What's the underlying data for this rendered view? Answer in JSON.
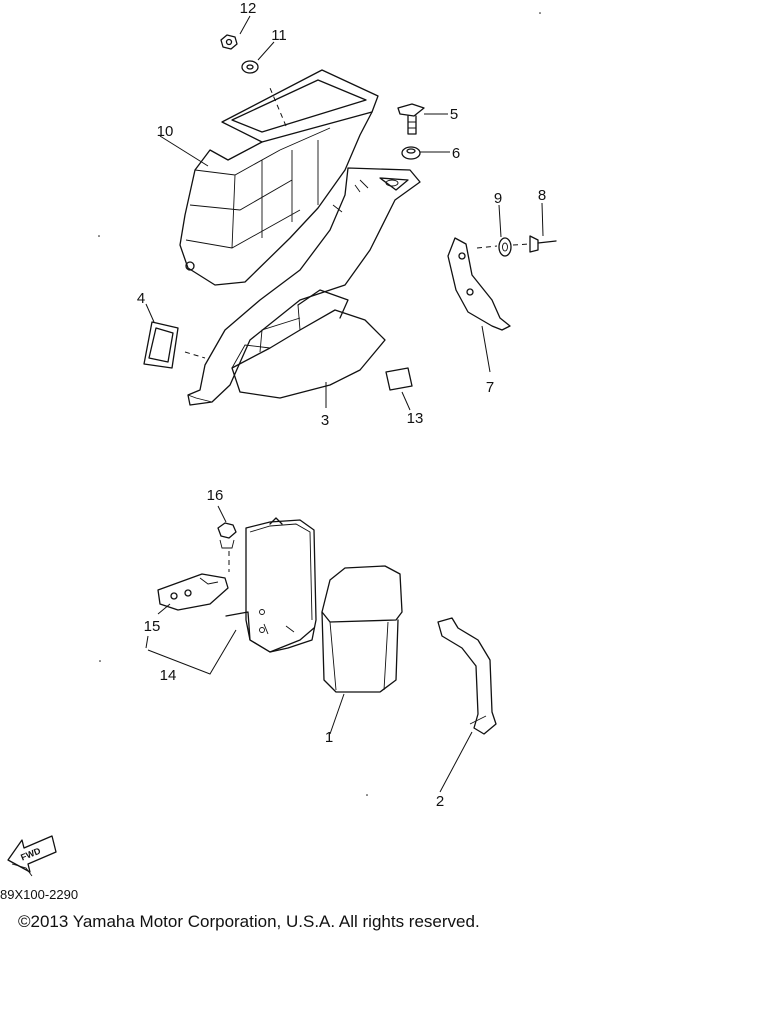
{
  "callouts": [
    "1",
    "2",
    "3",
    "4",
    "5",
    "6",
    "7",
    "8",
    "9",
    "10",
    "11",
    "12",
    "13",
    "14",
    "15",
    "16"
  ],
  "fwd_label": "FWD",
  "drawing_code": "89X100-2290",
  "copyright": "©2013 Yamaha Motor Corporation, U.S.A. All rights reserved."
}
